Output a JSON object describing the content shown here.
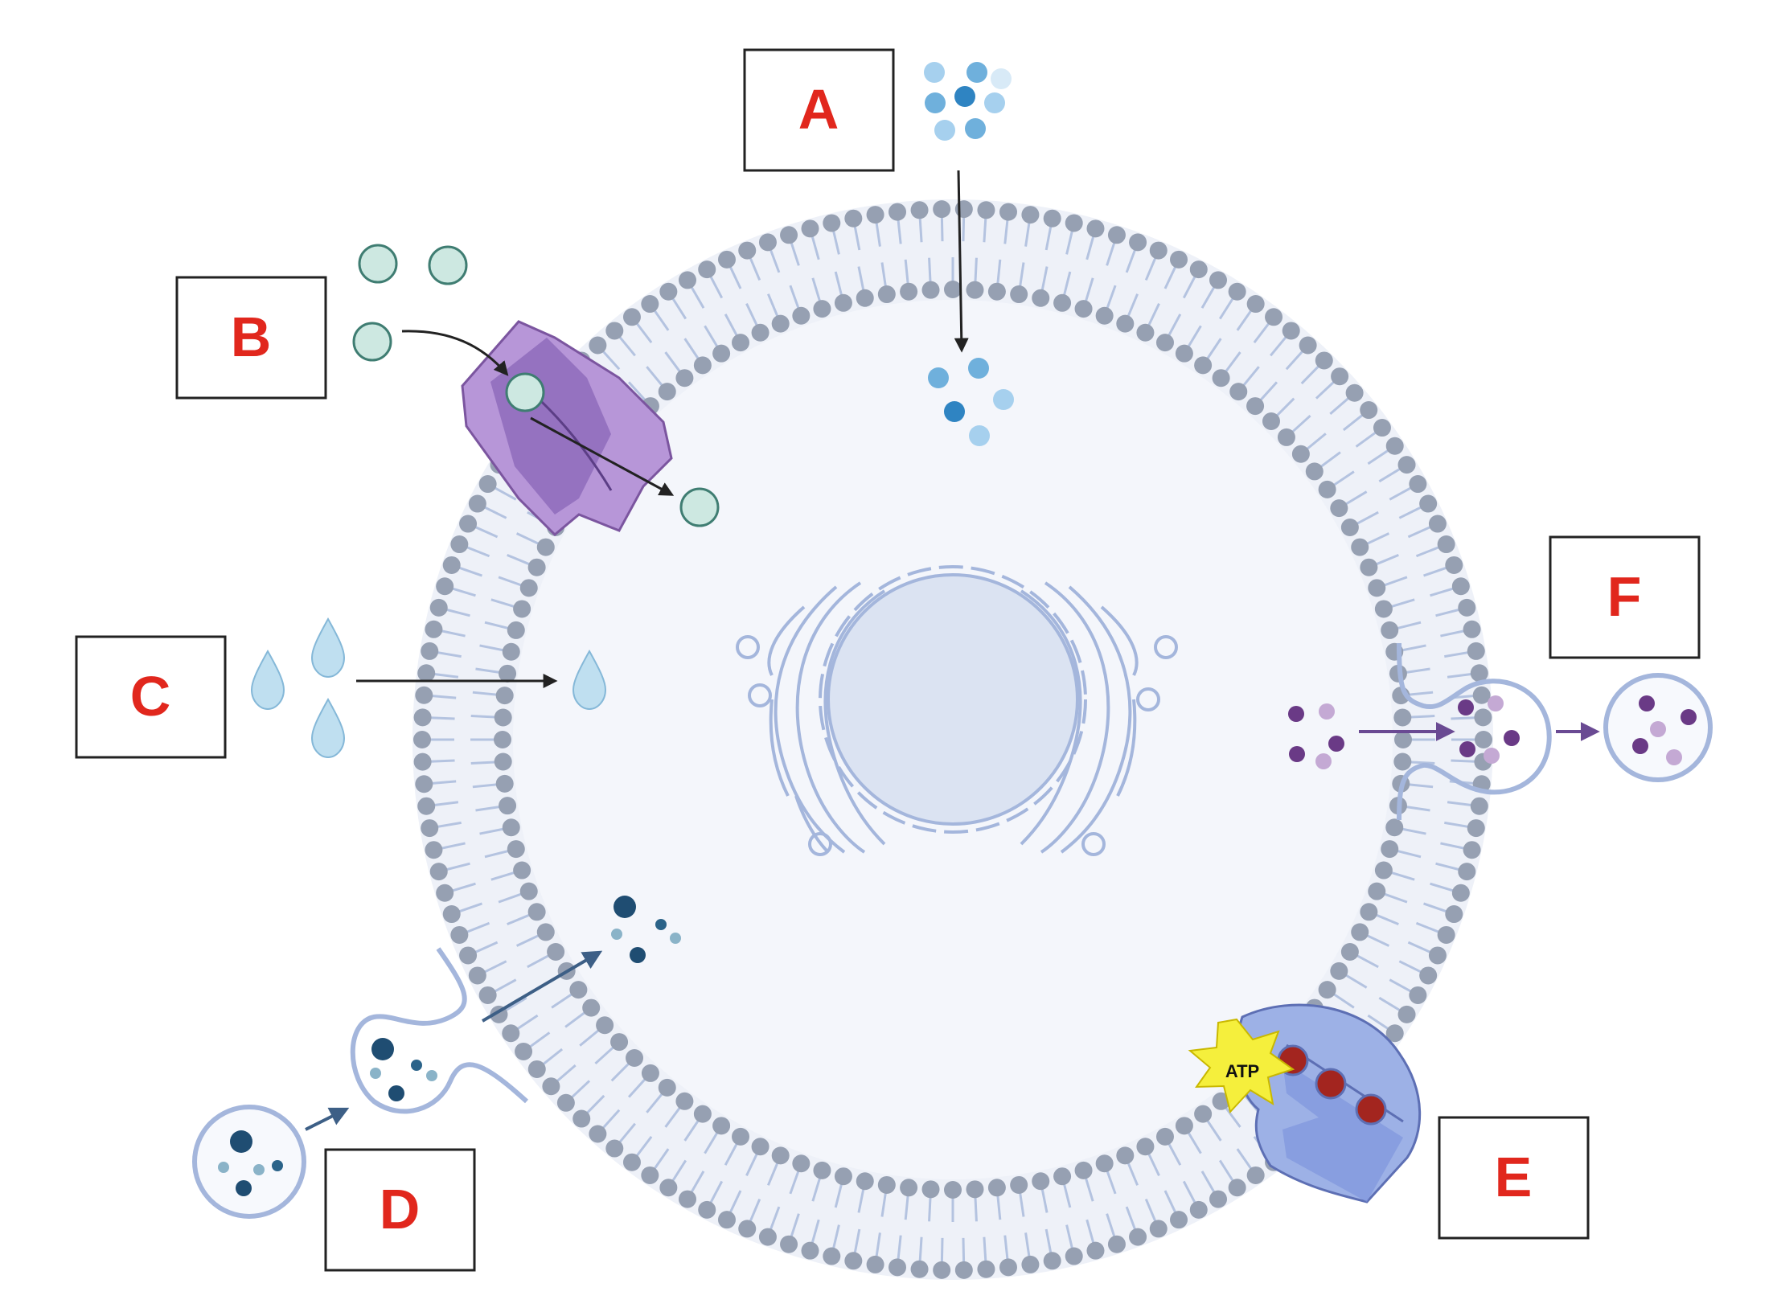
{
  "diagram": {
    "labels": {
      "a": "A",
      "b": "B",
      "c": "C",
      "d": "D",
      "e": "E",
      "f": "F"
    },
    "atp_label": "ATP"
  },
  "colors": {
    "membrane_head": "#96a0b2",
    "membrane_tail": "#b4c3e0",
    "cytoplasm": "#f4f6fb",
    "nucleus": "#dbe3f2",
    "organelle_outline": "#a4b6dc",
    "label_text": "#e1271d",
    "channel_protein": "#b796d8",
    "channel_protein_dark": "#8a65b8",
    "teal_particle": "#cde8e1",
    "blue_particle": "#6fb0dc",
    "water_drop": "#bfdff0",
    "endocytosis_particle": "#1f4d72",
    "exocytosis_particle": "#6a3a86",
    "pump_protein": "#9db1e6",
    "pump_particle": "#a3251f",
    "atp_burst": "#f5ef3c"
  }
}
